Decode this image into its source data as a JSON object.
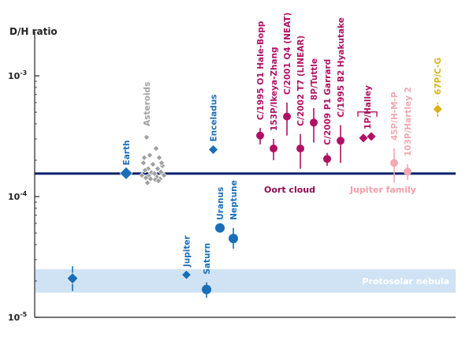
{
  "chart_data": {
    "type": "scatter",
    "ylabel": "D/H ratio",
    "y_scale": "log",
    "ylim": [
      1e-05,
      0.002
    ],
    "y_ticks": [
      {
        "value": 0.001,
        "base": "10",
        "exp": "-3"
      },
      {
        "value": 0.0001,
        "base": "10",
        "exp": "-4"
      },
      {
        "value": 1e-05,
        "base": "10",
        "exp": "-5"
      }
    ],
    "reference_line": {
      "value": 0.000155
    },
    "band": {
      "label": "Protosolar nebula",
      "low": 1.6e-05,
      "high": 2.5e-05
    },
    "group_labels": {
      "oort": {
        "text": "Oort cloud",
        "color": "#8a0b52"
      },
      "jupiter_family": {
        "text": "Jupiter family",
        "color": "#f2a0a8"
      }
    },
    "colors": {
      "navy": "#0a1f6b",
      "blue": "#1a6eb8",
      "gray": "#a0a0a0",
      "magenta": "#b01063",
      "pink": "#f2a8b2",
      "gold": "#d9b318",
      "band": "#cfe3f4"
    },
    "points": [
      {
        "label": "",
        "x": 0.8,
        "value": 2.1e-05,
        "err": [
          1.65e-05,
          2.65e-05
        ],
        "marker": "diamond",
        "color": "blue",
        "size": 7
      },
      {
        "label": "Earth",
        "x": 1.6,
        "value": 0.000156,
        "err": null,
        "marker": "diamond",
        "color": "blue",
        "size": 8
      },
      {
        "label": "Jupiter",
        "x": 2.5,
        "value": 2.25e-05,
        "err": null,
        "marker": "diamond",
        "color": "blue",
        "size": 6
      },
      {
        "label": "Saturn",
        "x": 2.8,
        "value": 1.7e-05,
        "err": [
          1.45e-05,
          1.95e-05
        ],
        "marker": "circle",
        "color": "blue",
        "size": 6
      },
      {
        "label": "Enceladus",
        "x": 2.9,
        "value": 0.000245,
        "err": null,
        "marker": "diamond",
        "color": "blue",
        "size": 6
      },
      {
        "label": "Uranus",
        "x": 3.0,
        "value": 5.5e-05,
        "err": null,
        "marker": "circle",
        "color": "blue",
        "size": 6
      },
      {
        "label": "Neptune",
        "x": 3.2,
        "value": 4.5e-05,
        "err": [
          3.7e-05,
          5.5e-05
        ],
        "marker": "circle",
        "color": "blue",
        "size": 6
      },
      {
        "label": "C/1995 O1 Hale-Bopp",
        "x": 3.6,
        "value": 0.00032,
        "err": [
          0.00027,
          0.00037
        ],
        "marker": "circle",
        "color": "magenta",
        "size": 5
      },
      {
        "label": "153P/Ikeya-Zhang",
        "x": 3.8,
        "value": 0.00025,
        "err": [
          0.0002,
          0.0003
        ],
        "marker": "circle",
        "color": "magenta",
        "size": 5
      },
      {
        "label": "C/2001 Q4 (NEAT)",
        "x": 4.0,
        "value": 0.00046,
        "err": [
          0.00032,
          0.0006
        ],
        "marker": "circle",
        "color": "magenta",
        "size": 5
      },
      {
        "label": "C/2002 T7 (LINEAR)",
        "x": 4.2,
        "value": 0.00025,
        "err": [
          0.00017,
          0.00033
        ],
        "marker": "circle",
        "color": "magenta",
        "size": 5
      },
      {
        "label": "8P/Tuttle",
        "x": 4.4,
        "value": 0.00041,
        "err": [
          0.00028,
          0.00054
        ],
        "marker": "circle",
        "color": "magenta",
        "size": 5
      },
      {
        "label": "C/2009 P1 Garrard",
        "x": 4.6,
        "value": 0.000205,
        "err": [
          0.00018,
          0.00023
        ],
        "marker": "circle",
        "color": "magenta",
        "size": 5
      },
      {
        "label": "C/1995 B2 Hyakutake",
        "x": 4.8,
        "value": 0.00029,
        "err": [
          0.00019,
          0.00039
        ],
        "marker": "circle",
        "color": "magenta",
        "size": 5
      },
      {
        "label": "1P/Halley",
        "x": 5.2,
        "value": 0.00031,
        "err": null,
        "marker": "double-diamond",
        "color": "magenta",
        "size": 6
      },
      {
        "label": "45P/H-M-P",
        "x": 5.6,
        "value": 0.00019,
        "err": [
          0.00013,
          0.00025
        ],
        "marker": "circle",
        "color": "pink",
        "size": 5
      },
      {
        "label": "103P/Hartley 2",
        "x": 5.8,
        "value": 0.000161,
        "err": [
          0.000137,
          0.000185
        ],
        "marker": "circle",
        "color": "pink",
        "size": 5
      },
      {
        "label": "67P/C-G",
        "x": 6.25,
        "value": 0.00053,
        "err": [
          0.00046,
          0.0006
        ],
        "marker": "diamond",
        "color": "gold",
        "size": 6
      }
    ],
    "asteroid_cluster": {
      "label": "Asteroids",
      "color": "gray",
      "x_center": 2.0,
      "values": [
        0.00031,
        0.00025,
        0.00022,
        0.00021,
        0.00019,
        0.000185,
        0.00018,
        0.00017,
        0.00017,
        0.000165,
        0.00016,
        0.000158,
        0.000155,
        0.00015,
        0.00015,
        0.000148,
        0.000145,
        0.000143,
        0.00014,
        0.00014,
        0.000138,
        0.000135,
        0.00013,
        0.00019,
        0.00021
      ]
    }
  }
}
